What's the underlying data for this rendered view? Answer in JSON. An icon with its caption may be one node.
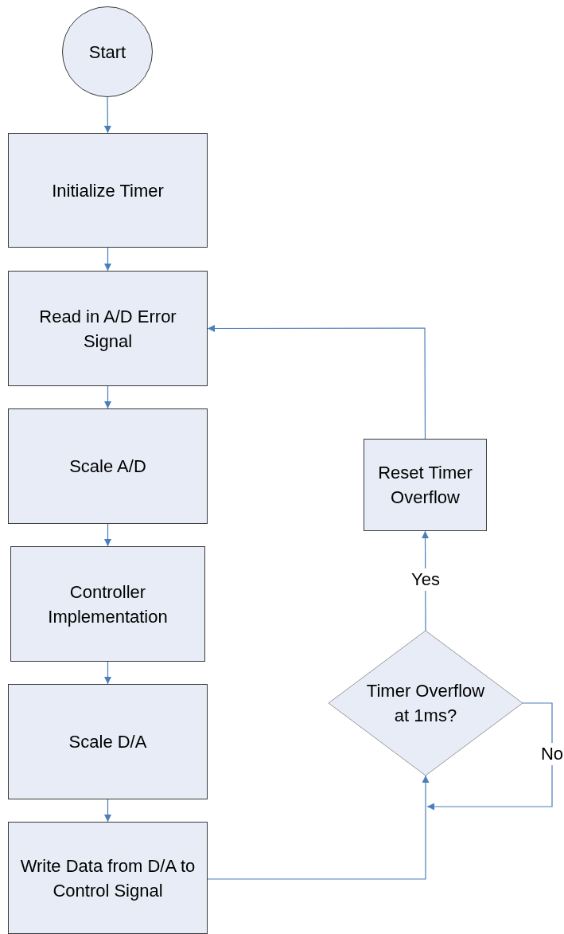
{
  "diagram": {
    "nodes": [
      {
        "text": [
          "Start"
        ]
      },
      {
        "text": [
          "Initialize Timer"
        ]
      },
      {
        "text": [
          "Read in A/D Error Signal"
        ]
      },
      {
        "text": [
          "Scale A/D"
        ]
      },
      {
        "text": [
          "Controller Implementation"
        ]
      },
      {
        "text": [
          "Scale D/A"
        ]
      },
      {
        "text": [
          "Write Data from D/A to Control Signal"
        ]
      },
      {
        "text": [
          "Timer Overflow at 1ms?"
        ]
      },
      {
        "text": [
          "Reset Timer Overflow"
        ]
      }
    ],
    "edges": [
      {
        "from": 0,
        "to": 1,
        "arrow": "to"
      },
      {
        "from": 1,
        "to": 2,
        "arrow": "to"
      },
      {
        "from": 2,
        "to": 3,
        "arrow": "to"
      },
      {
        "from": 3,
        "to": 4,
        "arrow": "to"
      },
      {
        "from": 4,
        "to": 5,
        "arrow": "to"
      },
      {
        "from": 5,
        "to": 6,
        "arrow": "to"
      },
      {
        "from": 6,
        "to": 7,
        "arrow": "to"
      },
      {
        "from": 7,
        "to": 8,
        "arrow": "to",
        "label": "Yes"
      },
      {
        "from": 8,
        "to": 2,
        "arrow": "to"
      },
      {
        "from": 7,
        "to": 7,
        "arrow": "to",
        "label": "No"
      }
    ]
  }
}
